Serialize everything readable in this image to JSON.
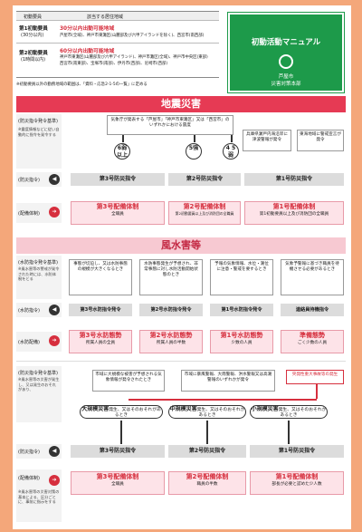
{
  "header_table": {
    "col1": "初動要員",
    "col2": "該当する居住地域",
    "row1_label": "第1初動要員",
    "row1_sub": "(30分以内)",
    "row1_title": "30分以内出動可能地域",
    "row1_text": "芦屋市(全域)、神戸市東灘区(山麓部及び六甲アイランドを除く)、西宮市(南西部)",
    "row2_label": "第2初動要員",
    "row2_sub": "(1時間以内)",
    "row2_title": "60分以内出動可能地域",
    "row2_text1": "神戸市東灘区(山麓部及び六甲アイランド)、神戸市灘区(全域)、神戸市中央区(東部)",
    "row2_text2": "西宮市(南東部)、宝塚市(南部)、伊丹市(西部)、尼崎市(西部)",
    "footnote": "※初動要員以外の勤務地域の範囲は、「資料・応急2-1-5の一覧」に定める"
  },
  "manual": {
    "title": "初動活動マニュアル",
    "org1": "芦屋市",
    "org2": "災害対策本部"
  },
  "earthquake": {
    "banner": "地震災害",
    "left_labels": {
      "criteria": "(防災指令発令基準)",
      "criteria_note": "※震度情報などに従い自動的に指令を発令する",
      "order": "(防災指令)",
      "system": "(配備体制)"
    },
    "top_box": "気象庁が発表する「芦屋市」「神戸市東灘区」又は「西宮市」のいずれかにおける震度",
    "tsunami_box": "兵庫県瀬戸内海沿岸に津波警報が発令",
    "tokai_box": "東海地域に警戒宣言が発令",
    "c6": "6弱以上",
    "c5": "5強",
    "c4": "4 5弱",
    "orders": [
      "第3号防災指令",
      "第2号防災指令",
      "第1号防災指令"
    ],
    "systems": [
      {
        "h": "第3号配備体制",
        "s": "全職員"
      },
      {
        "h": "第2号配備体制",
        "s": "第2初動要員以上及び消防団の全職員"
      },
      {
        "h": "第1号配備体制",
        "s": "第1初動要員以上及び消防団の全職員"
      }
    ]
  },
  "wind": {
    "banner": "風水害等",
    "left_labels": {
      "criteria1": "(水防指令発令基準)",
      "criteria1_note": "※風水害等の警戒が発令された時には、水防体制をとる",
      "order1": "(水防指令)",
      "system1": "(水防配備)",
      "criteria2": "(防災指令発令基準)",
      "criteria2_note": "※風水害等の災害が発生し、又は発生のおそれがあり、",
      "order2": "(防災指令)",
      "system2": "(配備体制)",
      "note3": "※風水害等の災害対策の基本による、区分ごとに、事前に指示をする"
    },
    "crit": [
      "事態が切迫し、又は水防事態の規模が大きくなるとき",
      "水防事態発生が予想され、非常事態に対し水防活動開始状態のとき",
      "予報の気象情報、水位・潮位に注意・警戒を要するとき",
      "気象予警報に基づき職員を待機させる必要があるとき"
    ],
    "orders": [
      "第3号水防指令発令",
      "第2号水防指令発令",
      "第1号水防指令発令",
      "連絡員待機指令"
    ],
    "systems": [
      {
        "h": "第3号水防態勢",
        "s": "所属人員の全員"
      },
      {
        "h": "第2号水防態勢",
        "s": "所属人員の半数"
      },
      {
        "h": "第1号水防態勢",
        "s": "少数の人員"
      },
      {
        "h": "準備態勢",
        "s": "ごく少数の人員"
      }
    ],
    "crit2_a": "市域に大規模な被害が予想される気象情報が発令されたとき",
    "crit2_b": "市域に暴風警報、大雨警報、洪水警報又は高潮警報のいずれかが発令",
    "crit2_c": "突発性重大事故等の発生",
    "ovals": [
      {
        "b": "大規模災害",
        "t": "発生、又はそのおそれがあるとき"
      },
      {
        "b": "中規模災害",
        "t": "発生、又はそのおそれがあるとき"
      },
      {
        "b": "小規模災害",
        "t": "発生、又はそのおそれがあるとき"
      }
    ],
    "orders2": [
      "第3号防災指令",
      "第2号防災指令",
      "第1号防災指令"
    ],
    "systems2": [
      {
        "h": "第3号配備体制",
        "s": "全職員"
      },
      {
        "h": "第2号配備体制",
        "s": "職員の半数"
      },
      {
        "h": "第1号配備体制",
        "s": "部長が必要と認めた少人数"
      }
    ]
  }
}
